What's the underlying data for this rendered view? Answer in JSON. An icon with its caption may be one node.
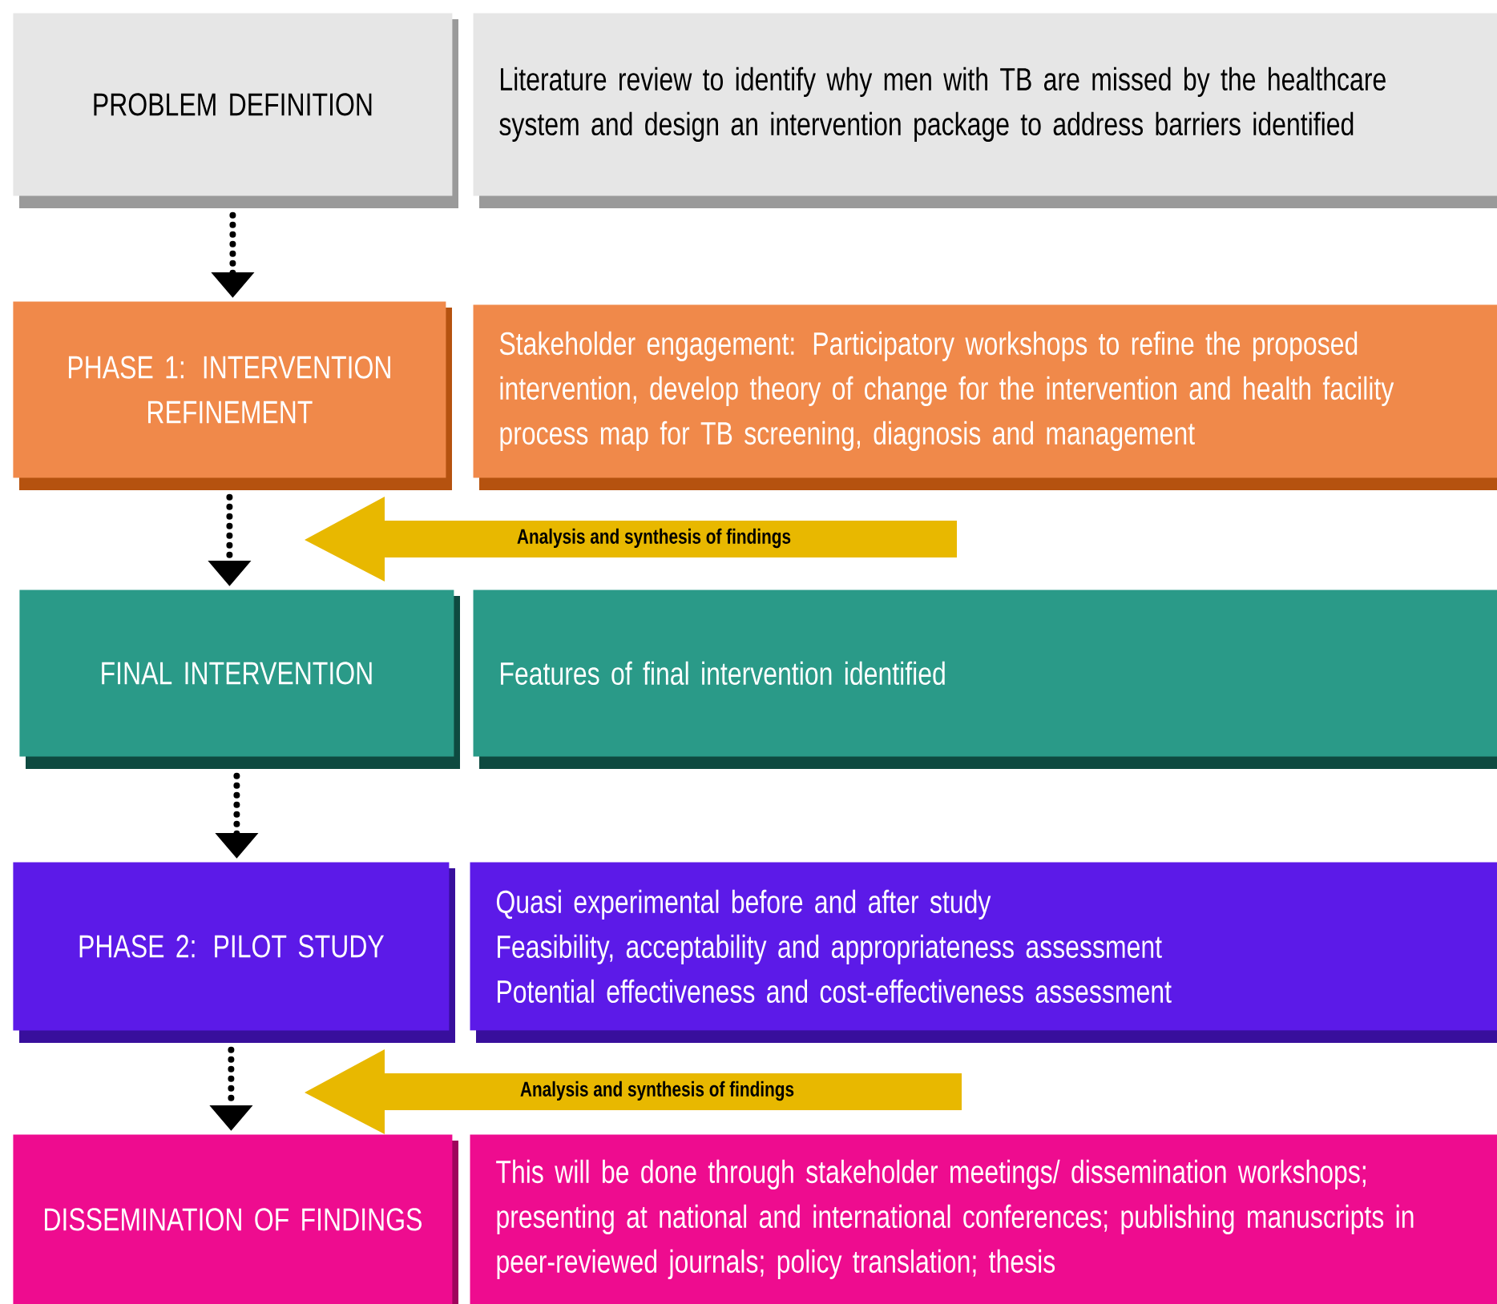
{
  "diagram": {
    "nodes": [
      {
        "text": [
          "PROBLEM DEFINITION"
        ]
      },
      {
        "text": [
          "Literature review to identify why men with TB are missed by the healthcare system and design an intervention package to address barriers identified"
        ]
      },
      {
        "text": [
          "PHASE 1: INTERVENTION REFINEMENT"
        ]
      },
      {
        "text": [
          "Stakeholder engagement: Participatory workshops to refine the proposed intervention, develop theory of change for the intervention and health facility process map for TB screening, diagnosis and management"
        ]
      },
      {
        "text": [
          "Analysis and synthesis of findings"
        ]
      },
      {
        "text": [
          "FINAL INTERVENTION"
        ]
      },
      {
        "text": [
          "Features of final intervention identified"
        ]
      },
      {
        "text": [
          "PHASE 2: PILOT STUDY"
        ]
      },
      {
        "text": [
          "Quasi experimental before and after study",
          "Feasibility, acceptability and appropriateness assessment",
          "Potential effectiveness and cost-effectiveness assessment"
        ]
      },
      {
        "text": [
          "Analysis and synthesis of findings"
        ]
      },
      {
        "text": [
          "DISSEMINATION OF FINDINGS"
        ]
      },
      {
        "text": [
          "This will be done through stakeholder meetings/ dissemination workshops; presenting at national and international conferences; publishing manuscripts in peer-reviewed journals; policy translation; thesis"
        ]
      }
    ],
    "edges": [
      {
        "from": 0,
        "to": 2,
        "arrow": "to"
      },
      {
        "from": 2,
        "to": 5,
        "arrow": "to"
      },
      {
        "from": 5,
        "to": 7,
        "arrow": "to"
      },
      {
        "from": 7,
        "to": 10,
        "arrow": "to"
      }
    ]
  }
}
